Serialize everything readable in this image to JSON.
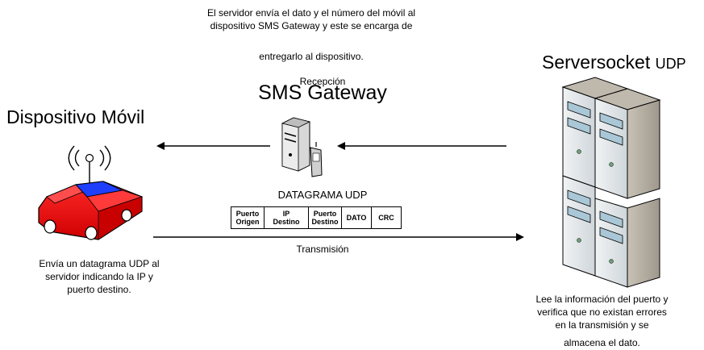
{
  "top_note": {
    "line1": "El servidor envía el dato y el número del móvil  al",
    "line2": "dispositivo SMS Gateway y este se encarga de",
    "line3": "entregarlo al dispositivo."
  },
  "gateway": {
    "sublabel": "Recepción",
    "title": "SMS Gateway"
  },
  "device": {
    "title": "Dispositivo Móvil",
    "desc_line1": "Envía un datagrama UDP al",
    "desc_line2": "servidor indicando la IP y",
    "desc_line3": "puerto destino."
  },
  "server": {
    "title": "Serversocket",
    "title_suffix": "UDP",
    "desc_line1": "Lee la información del puerto y",
    "desc_line2": "verifica que no existan errores",
    "desc_line3": "en la transmisión y se",
    "desc_line4": "almacena el dato."
  },
  "datagram": {
    "title": "DATAGRAMA UDP",
    "fields": [
      [
        "Puerto",
        "Origen"
      ],
      [
        "IP",
        "Destino"
      ],
      [
        "Puerto",
        "Destino"
      ],
      [
        "DATO",
        ""
      ],
      [
        "CRC",
        ""
      ]
    ]
  },
  "transmission_label": "Transmisión",
  "colors": {
    "car_body": "#ff0000",
    "car_roof": "#1f3fff",
    "server_face": "#dde3e6",
    "server_panel": "#a9c7d6"
  }
}
